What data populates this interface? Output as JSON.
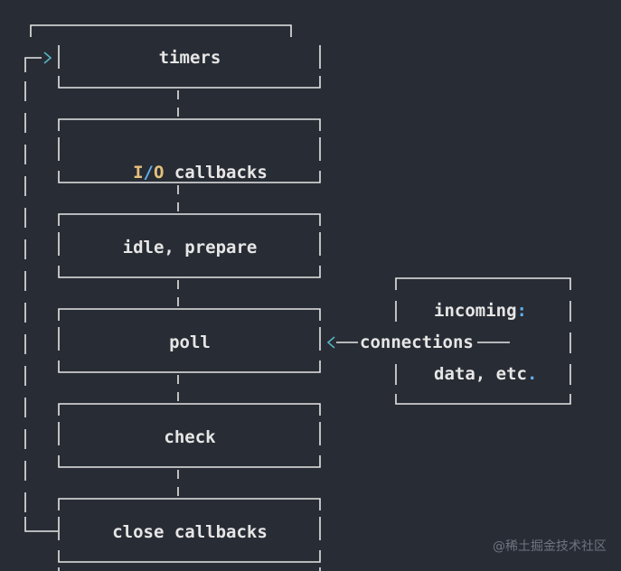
{
  "diagram": {
    "phases": [
      {
        "id": "timers",
        "label": "timers"
      },
      {
        "id": "io-callbacks",
        "label_parts": [
          "I",
          "/",
          "O",
          " callbacks"
        ]
      },
      {
        "id": "idle-prepare",
        "label": "idle, prepare"
      },
      {
        "id": "poll",
        "label": "poll"
      },
      {
        "id": "check",
        "label": "check"
      },
      {
        "id": "close-callbacks",
        "label": "close callbacks"
      }
    ],
    "incoming": {
      "line1": "incoming",
      "colon": ":",
      "connector_label": "connections",
      "line3": "data, etc",
      "period": "."
    },
    "colors": {
      "background": "#282c34",
      "line": "#e6e6e6",
      "arrow_accent": "#56b6c2",
      "io_highlight": "#e5c07b",
      "punct_accent": "#61afef"
    }
  },
  "watermark": "@稀土掘金技术社区"
}
